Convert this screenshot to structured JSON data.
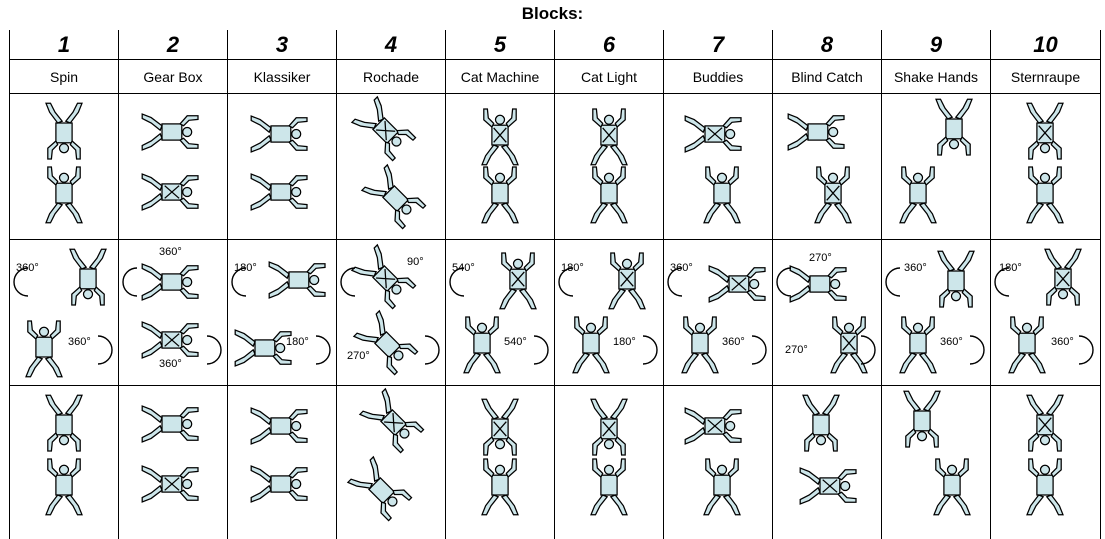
{
  "title": "Blocks:",
  "blocks": [
    {
      "num": "1",
      "name": "Spin",
      "rot_top": "360°",
      "rot_bottom": "360°"
    },
    {
      "num": "2",
      "name": "Gear Box",
      "rot_top": "360°",
      "rot_bottom": "360°"
    },
    {
      "num": "3",
      "name": "Klassiker",
      "rot_top": "180°",
      "rot_bottom": "180°"
    },
    {
      "num": "4",
      "name": "Rochade",
      "rot_top": "90°",
      "rot_bottom": "270°"
    },
    {
      "num": "5",
      "name": "Cat Machine",
      "rot_top": "540°",
      "rot_bottom": "540°"
    },
    {
      "num": "6",
      "name": "Cat Light",
      "rot_top": "180°",
      "rot_bottom": "180°"
    },
    {
      "num": "7",
      "name": "Buddies",
      "rot_top": "360°",
      "rot_bottom": "360°"
    },
    {
      "num": "8",
      "name": "Blind Catch",
      "rot_top": "270°",
      "rot_bottom": "270°"
    },
    {
      "num": "9",
      "name": "Shake Hands",
      "rot_top": "360°",
      "rot_bottom": "360°"
    },
    {
      "num": "10",
      "name": "Sternraupe",
      "rot_top": "180°",
      "rot_bottom": "360°"
    }
  ],
  "colors": {
    "figure_fill": "#cde6ea",
    "line": "#000000"
  }
}
